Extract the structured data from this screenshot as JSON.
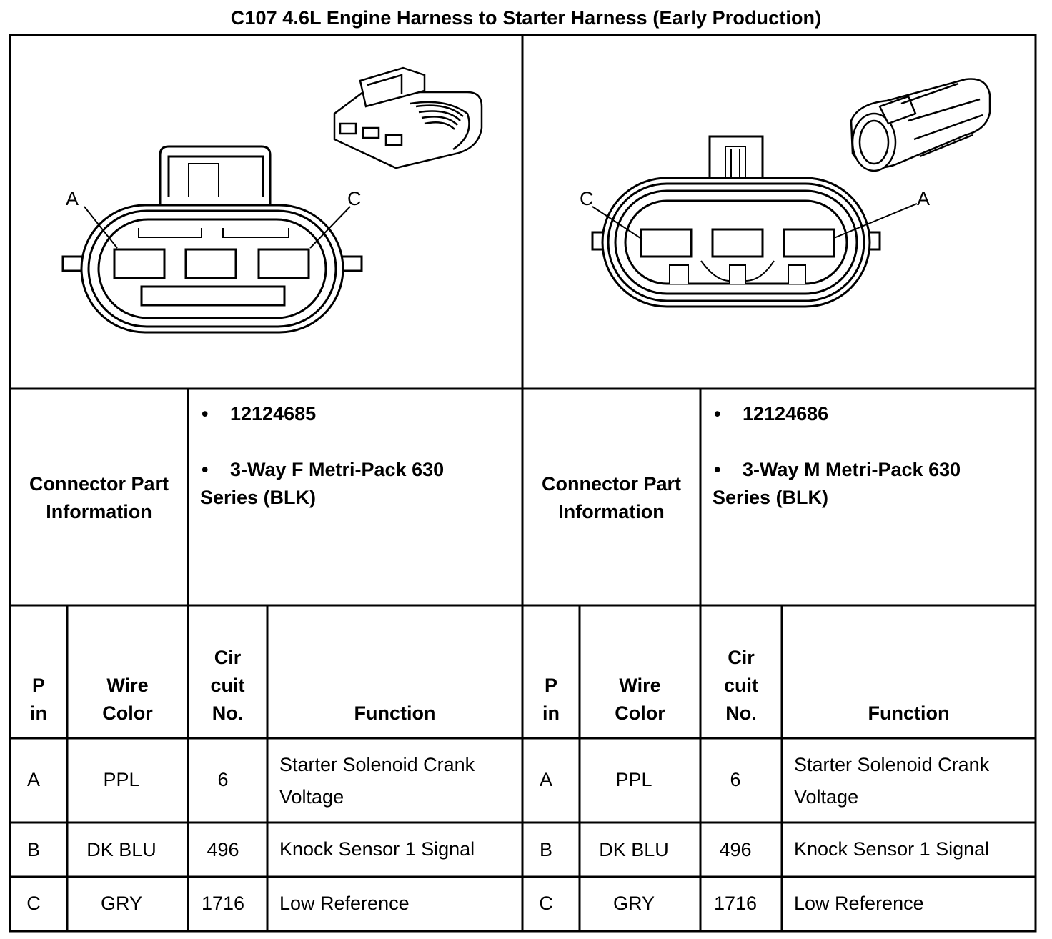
{
  "title": "C107 4.6L Engine Harness to Starter Harness (Early Production)",
  "left": {
    "view_label_left": "A",
    "view_label_right": "C",
    "connector_info_label_1": "Connector Part",
    "connector_info_label_2": "Information",
    "part_number": "12124685",
    "part_desc_1": "3-Way F Metri-Pack 630",
    "part_desc_2": "Series (BLK)",
    "headers": {
      "pin_1": "P",
      "pin_2": "in",
      "wire_1": "Wire",
      "wire_2": "Color",
      "cir_1": "Cir",
      "cir_2": "cuit",
      "cir_3": "No.",
      "function": "Function"
    },
    "rows": [
      {
        "pin": "A",
        "wire": "PPL",
        "circuit": "6",
        "function_1": "Starter Solenoid Crank",
        "function_2": "Voltage"
      },
      {
        "pin": "B",
        "wire": "DK BLU",
        "circuit": "496",
        "function_1": "Knock Sensor 1 Signal",
        "function_2": ""
      },
      {
        "pin": "C",
        "wire": "GRY",
        "circuit": "1716",
        "function_1": "Low Reference",
        "function_2": ""
      }
    ]
  },
  "right": {
    "view_label_left": "C",
    "view_label_right": "A",
    "connector_info_label_1": "Connector Part",
    "connector_info_label_2": "Information",
    "part_number": "12124686",
    "part_desc_1": "3-Way M Metri-Pack 630",
    "part_desc_2": "Series (BLK)",
    "headers": {
      "pin_1": "P",
      "pin_2": "in",
      "wire_1": "Wire",
      "wire_2": "Color",
      "cir_1": "Cir",
      "cir_2": "cuit",
      "cir_3": "No.",
      "function": "Function"
    },
    "rows": [
      {
        "pin": "A",
        "wire": "PPL",
        "circuit": "6",
        "function_1": "Starter Solenoid Crank",
        "function_2": "Voltage"
      },
      {
        "pin": "B",
        "wire": "DK BLU",
        "circuit": "496",
        "function_1": "Knock Sensor 1 Signal",
        "function_2": ""
      },
      {
        "pin": "C",
        "wire": "GRY",
        "circuit": "1716",
        "function_1": "Low Reference",
        "function_2": ""
      }
    ]
  }
}
